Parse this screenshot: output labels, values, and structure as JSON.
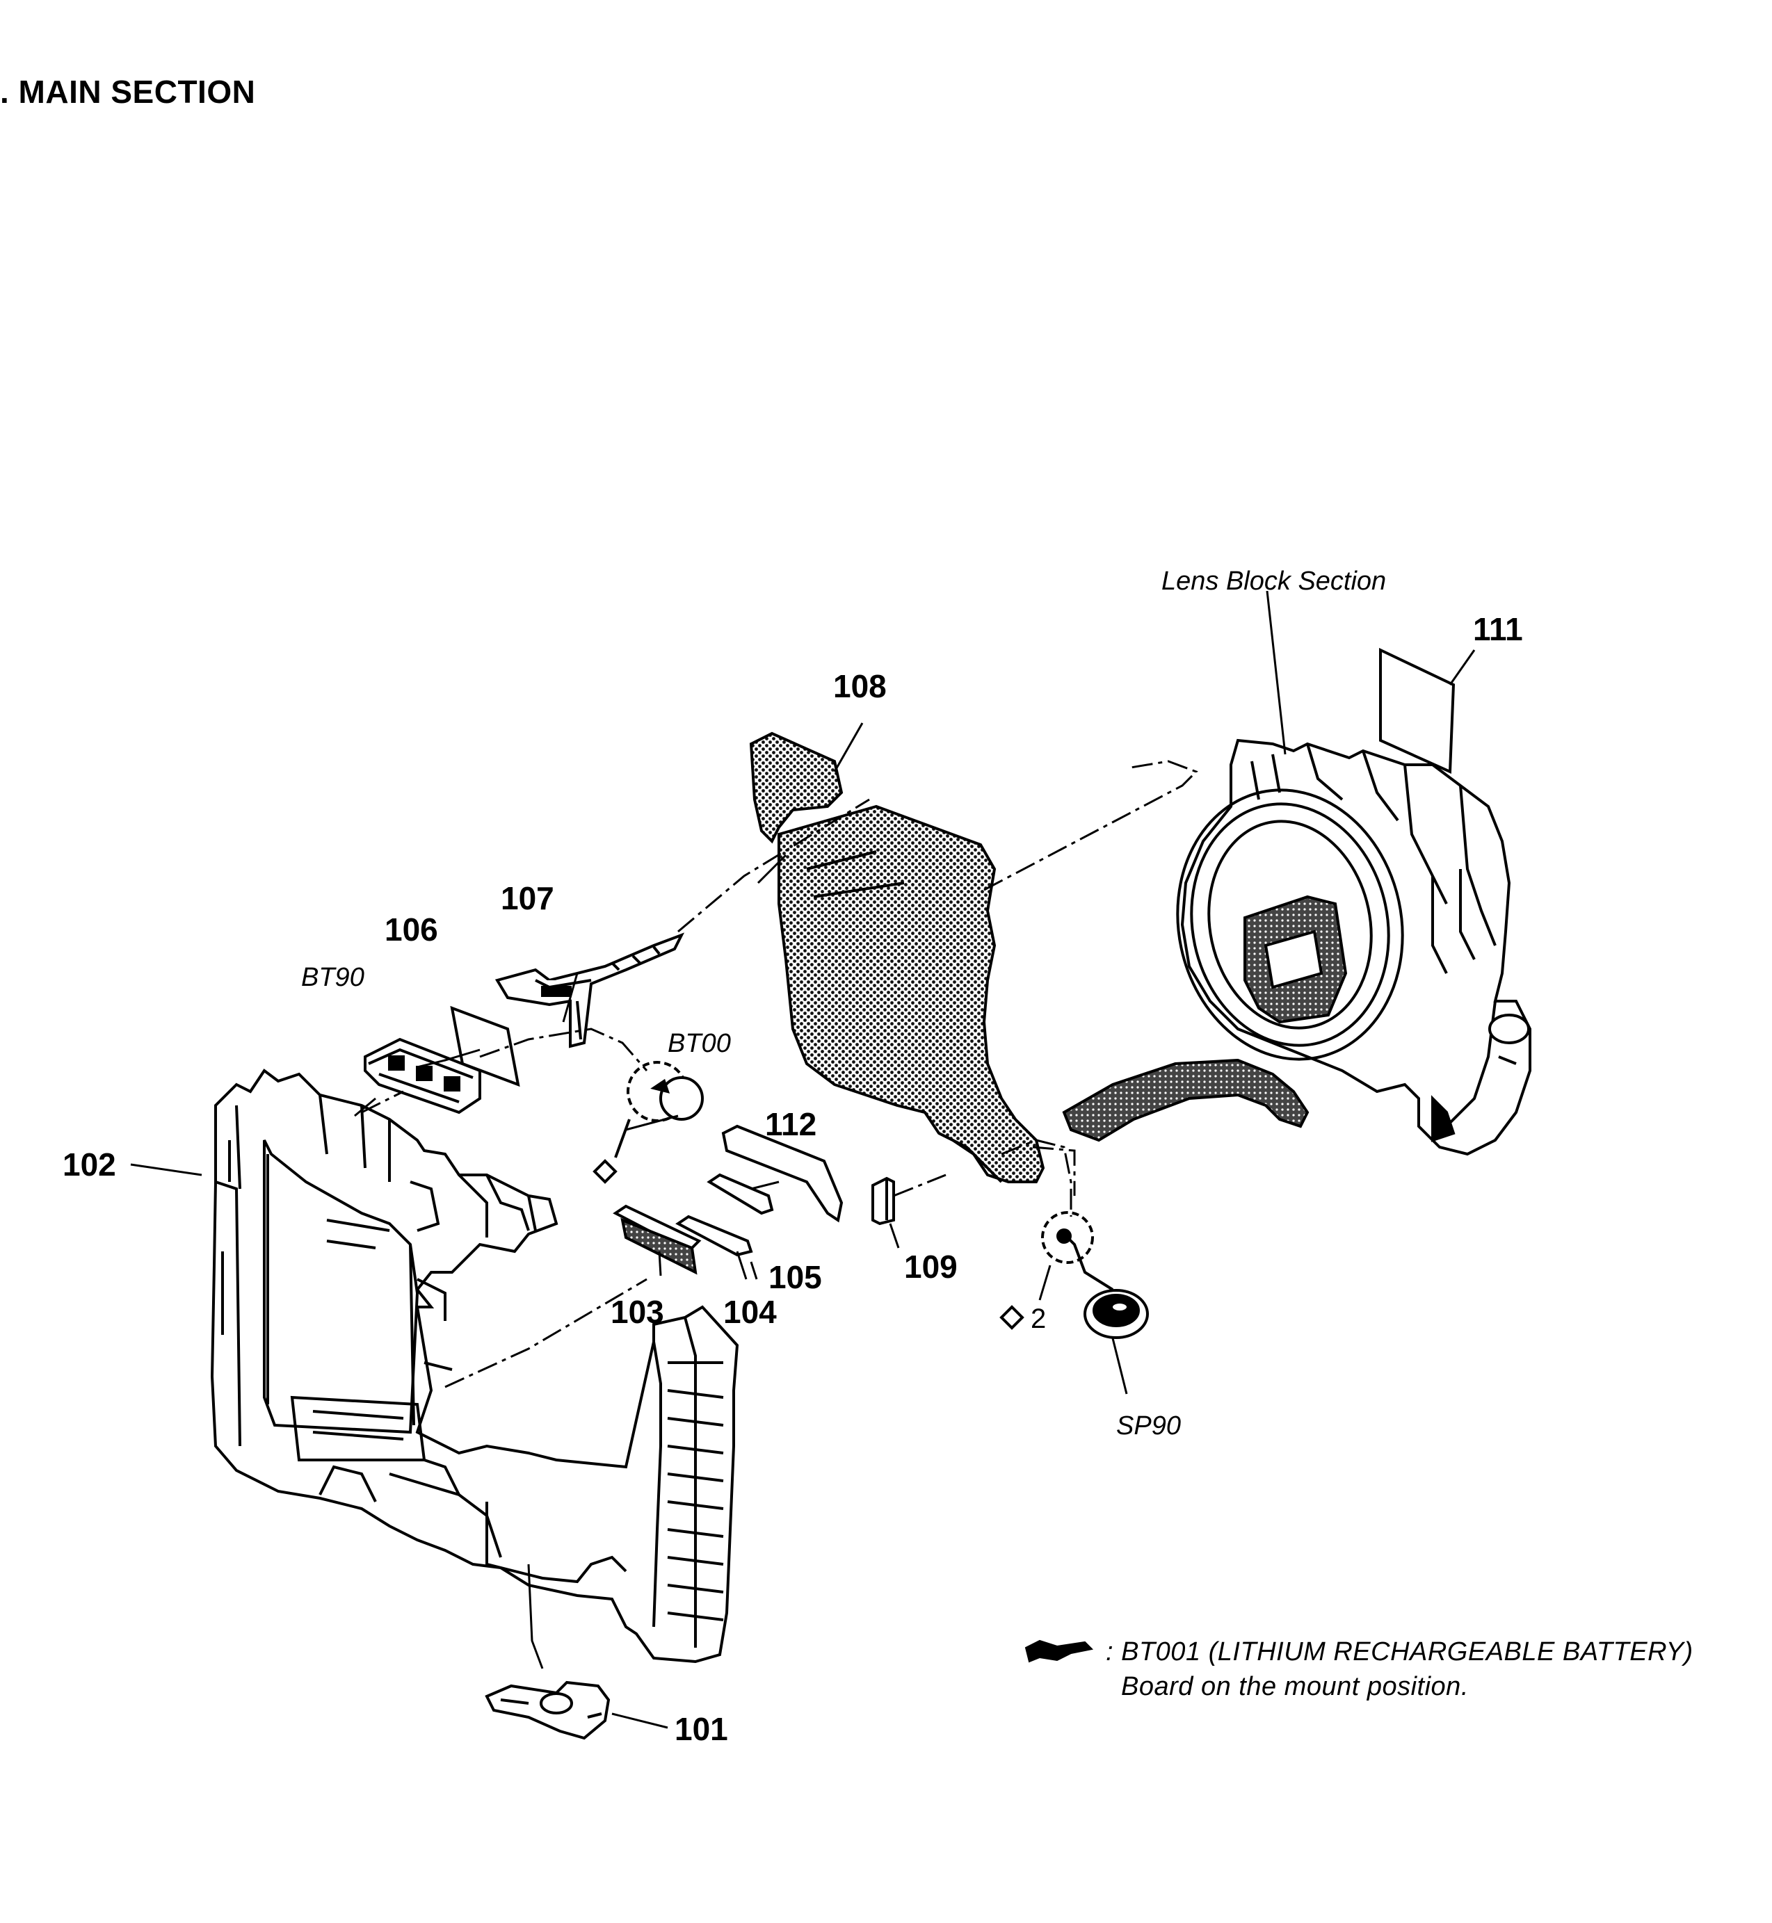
{
  "title": ". MAIN SECTION",
  "lens_block_label": "Lens Block Section",
  "part_numbers": {
    "p101": "101",
    "p102": "102",
    "p103": "103",
    "p104": "104",
    "p105": "105",
    "p106": "106",
    "p107": "107",
    "p108": "108",
    "p109": "109",
    "p111": "111",
    "p112": "112",
    "screw": "2"
  },
  "ref_labels": {
    "bt90": "BT90",
    "bt00": "BT00",
    "sp90": "SP90"
  },
  "note": {
    "line1": ": BT001 (LITHIUM RECHARGEABLE BATTERY)",
    "line2": "Board on the mount position."
  }
}
